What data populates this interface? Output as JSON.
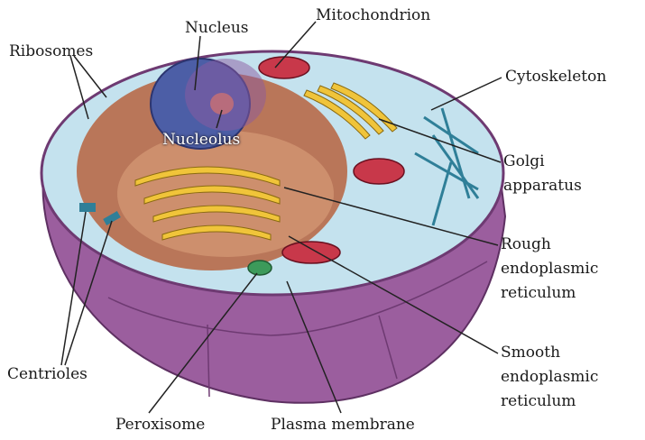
{
  "title": "Animal cell structure",
  "labels": {
    "ribosomes": "Ribosomes",
    "nucleus": "Nucleus",
    "mitochondrion": "Mitochondrion",
    "nucleolus": "Nucleolus",
    "cytoskeleton": "Cytoskeleton",
    "golgi": [
      "Golgi",
      "apparatus"
    ],
    "rough_er": [
      "Rough",
      "endoplasmic",
      "reticulum"
    ],
    "smooth_er": [
      "Smooth",
      "endoplasmic",
      "reticulum"
    ],
    "centrioles": "Centrioles",
    "peroxisome": "Peroxisome",
    "plasma_membrane": "Plasma membrane"
  },
  "colors": {
    "membrane": "#9b5e9e",
    "cytoplasm": "#c4e2ee",
    "nucleus": "#4c5ea6",
    "er": "#b86a48",
    "golgi": "#f0c43a",
    "mitochondrion": "#c8384a"
  }
}
